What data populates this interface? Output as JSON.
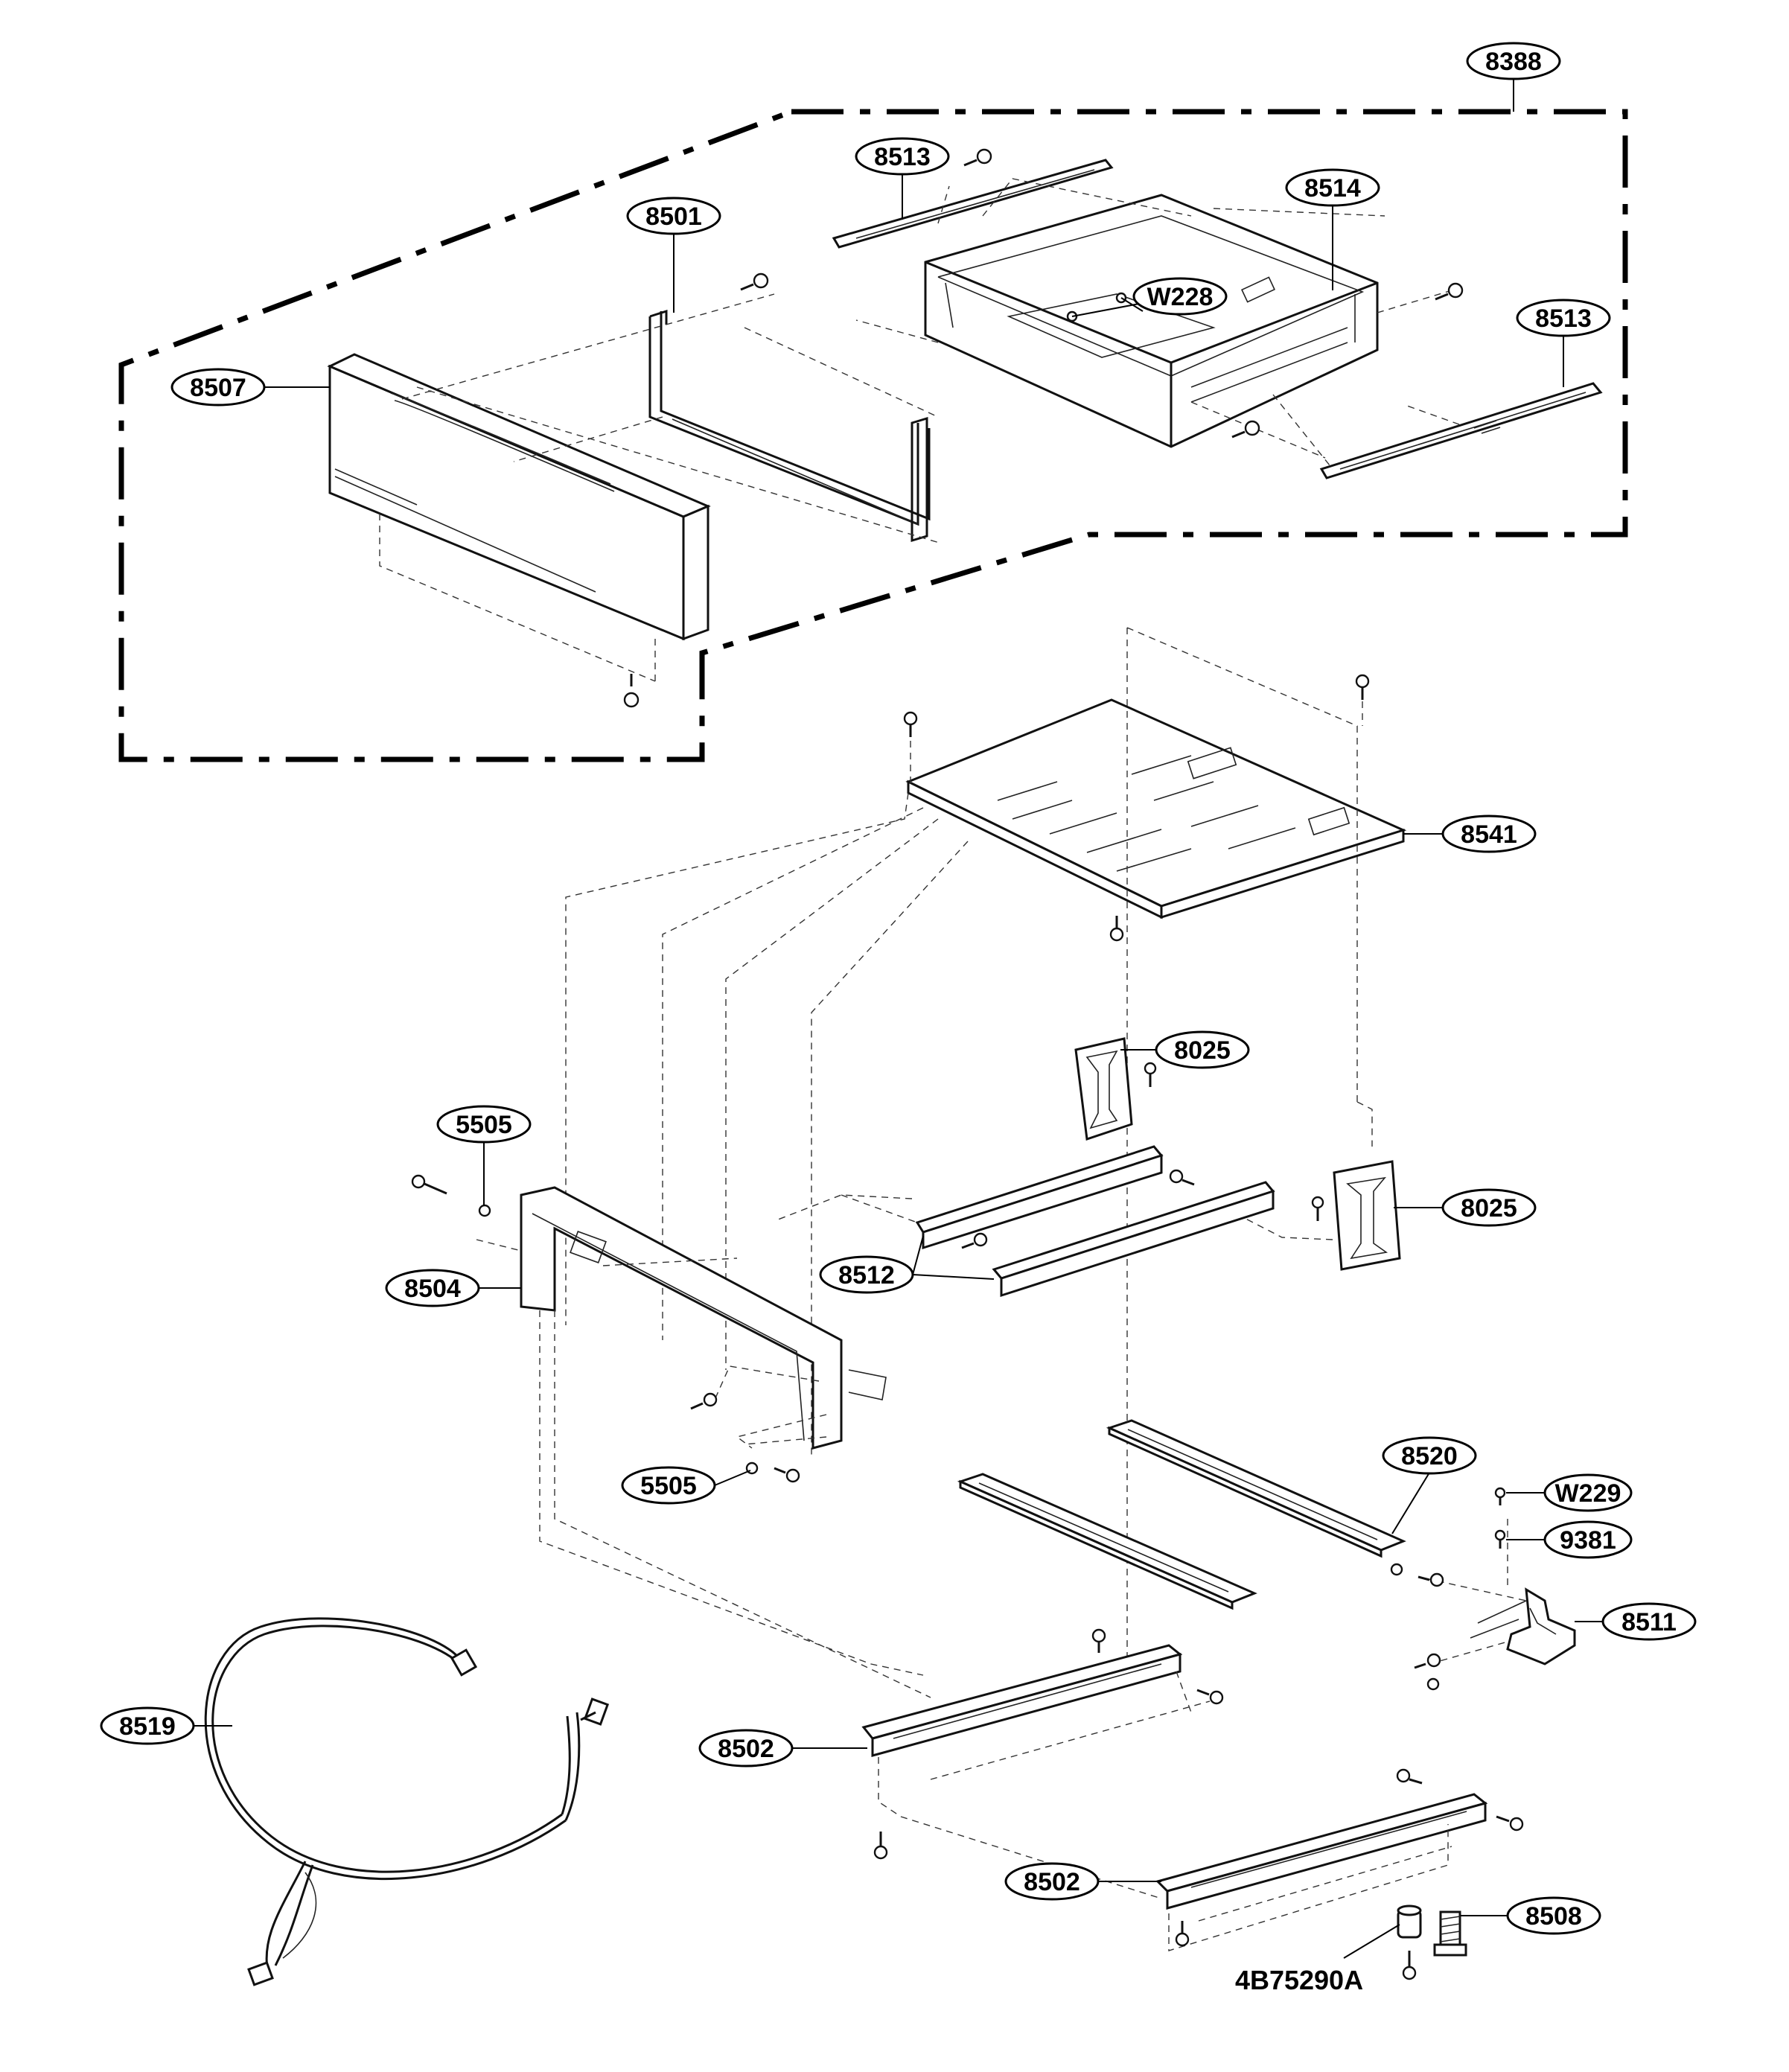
{
  "diagram": {
    "part_labels": {
      "p8388": "8388",
      "p8513a": "8513",
      "p8513b": "8513",
      "p8501": "8501",
      "p8514": "8514",
      "pW228": "W228",
      "p8507": "8507",
      "p8541": "8541",
      "p8025a": "8025",
      "p8025b": "8025",
      "p5505a": "5505",
      "p5505b": "5505",
      "p8504": "8504",
      "p8512": "8512",
      "p8520": "8520",
      "pW229": "W229",
      "p9381": "9381",
      "p8511": "8511",
      "p8519": "8519",
      "p8502a": "8502",
      "p8502b": "8502",
      "p8508": "8508"
    },
    "diagram_code": "4B75290A"
  }
}
